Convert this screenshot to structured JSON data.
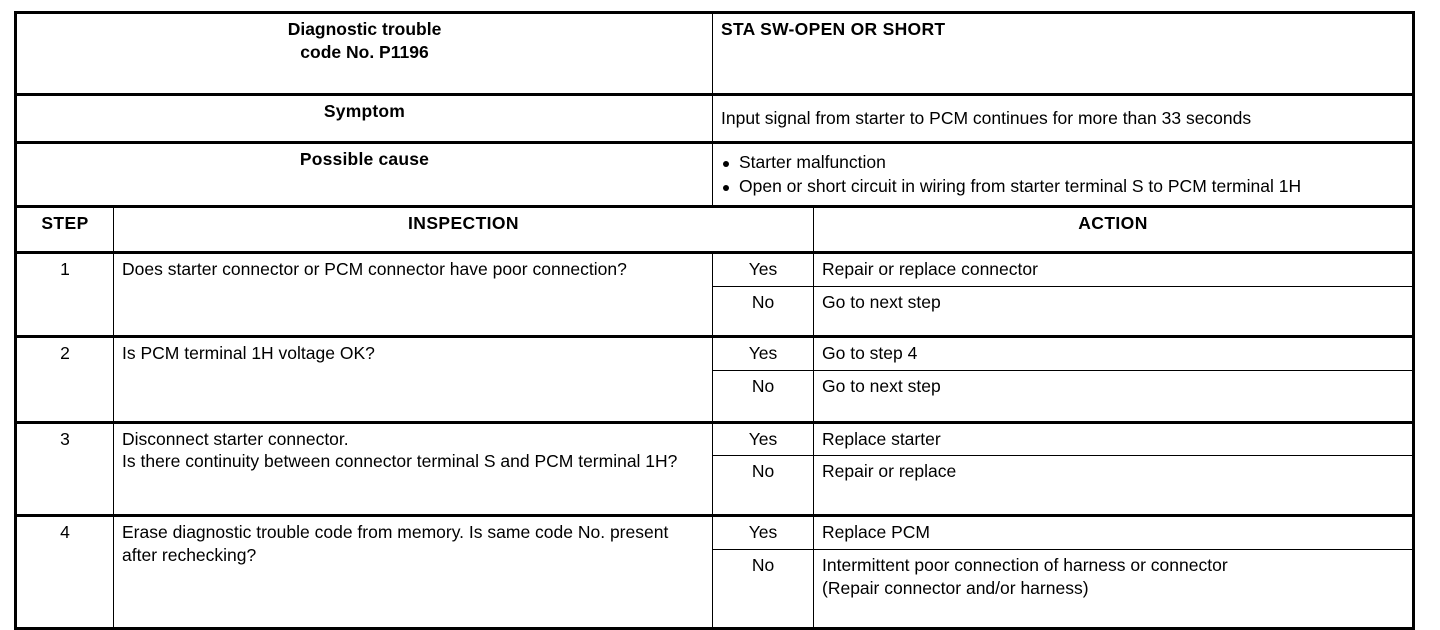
{
  "document": {
    "dtc_label": "Diagnostic trouble\ncode No. P1196",
    "dtc_label_line1": "Diagnostic trouble",
    "dtc_label_line2": "code No. P1196",
    "dtc_title": "STA SW-OPEN OR SHORT",
    "symptom_label": "Symptom",
    "symptom_text": "Input signal from starter to PCM continues for more than 33 seconds",
    "cause_label": "Possible cause",
    "causes": [
      "Starter malfunction",
      "Open or short circuit in wiring from starter terminal S to PCM terminal 1H"
    ],
    "columns": {
      "step": "STEP",
      "inspection": "INSPECTION",
      "action": "ACTION"
    },
    "steps": [
      {
        "number": "1",
        "inspection": "Does starter connector or PCM connector have poor connection?",
        "results": [
          {
            "answer": "Yes",
            "action": "Repair or replace connector"
          },
          {
            "answer": "No",
            "action": "Go to next step"
          }
        ]
      },
      {
        "number": "2",
        "inspection": "Is PCM terminal 1H voltage OK?",
        "results": [
          {
            "answer": "Yes",
            "action": "Go to step 4"
          },
          {
            "answer": "No",
            "action": "Go to next step"
          }
        ]
      },
      {
        "number": "3",
        "inspection": "Disconnect starter connector.\nIs there continuity between connector terminal S and PCM terminal 1H?",
        "inspection_line1": "Disconnect starter connector.",
        "inspection_line2": "Is there continuity between connector terminal S and PCM terminal 1H?",
        "results": [
          {
            "answer": "Yes",
            "action": "Replace starter"
          },
          {
            "answer": "No",
            "action": "Repair or replace"
          }
        ]
      },
      {
        "number": "4",
        "inspection": "Erase diagnostic trouble code from memory. Is same code No. present after rechecking?",
        "results": [
          {
            "answer": "Yes",
            "action": "Replace PCM"
          },
          {
            "answer": "No",
            "action": "Intermittent poor connection of harness or connector\n(Repair connector and/or harness)"
          }
        ]
      }
    ]
  },
  "colors": {
    "background": "#ffffff",
    "text": "#000000",
    "border": "#000000"
  }
}
